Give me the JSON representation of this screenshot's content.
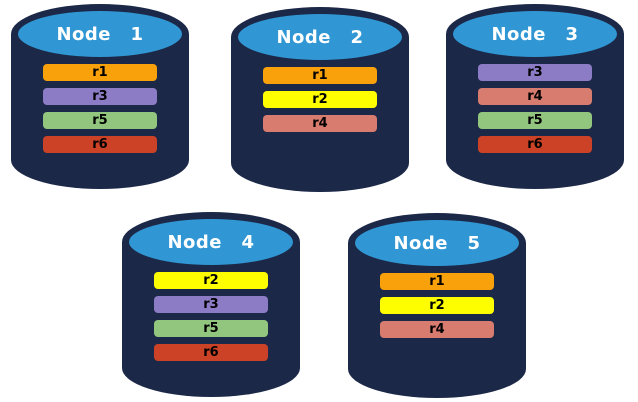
{
  "palette": {
    "background": "#FFFFFF",
    "cylinder_body": "#1C2847",
    "cylinder_top": "#3097D4",
    "node_label_color": "#FFFFFF",
    "replica_label_color": "#000000"
  },
  "replica_colors": {
    "r1": "#F9A10A",
    "r2": "#FEFE00",
    "r3": "#8C7CC6",
    "r4": "#D87C6F",
    "r5": "#92C57E",
    "r6": "#CB4226"
  },
  "nodes": [
    {
      "label": "Node  1",
      "replicas": [
        "r1",
        "r3",
        "r5",
        "r6"
      ]
    },
    {
      "label": "Node  2",
      "replicas": [
        "r1",
        "r2",
        "r4"
      ]
    },
    {
      "label": "Node  3",
      "replicas": [
        "r3",
        "r4",
        "r5",
        "r6"
      ]
    },
    {
      "label": "Node  4",
      "replicas": [
        "r2",
        "r3",
        "r5",
        "r6"
      ]
    },
    {
      "label": "Node  5",
      "replicas": [
        "r1",
        "r2",
        "r4"
      ]
    }
  ]
}
